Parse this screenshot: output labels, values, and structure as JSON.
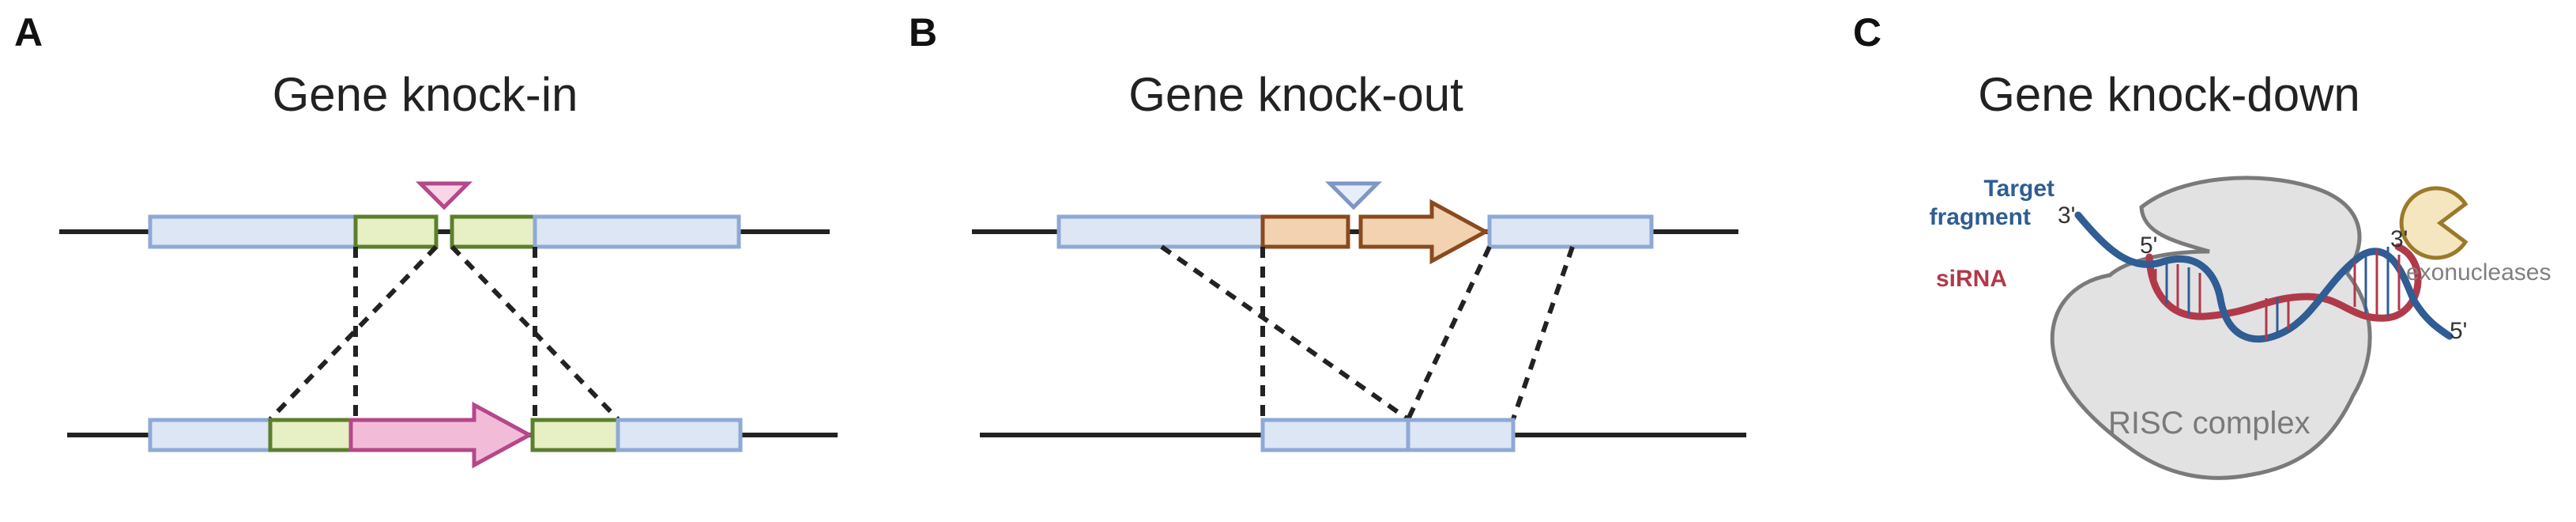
{
  "panels": [
    {
      "letter": "A",
      "title": "Gene knock-in"
    },
    {
      "letter": "B",
      "title": "Gene knock-out"
    },
    {
      "letter": "C",
      "title": "Gene knock-down"
    }
  ],
  "knockdown": {
    "target_fragment_line1": "Target",
    "target_fragment_line2": "fragment",
    "sirna": "siRNA",
    "prime3_target": "3'",
    "prime5_sirna": "5'",
    "prime3_right": "3'",
    "prime5_right": "5'",
    "exonucleases": "exonucleases",
    "risc_complex": "RISC complex"
  },
  "colors": {
    "target_strand": "#2f5d94",
    "sirna_strand": "#b03a4a",
    "exon": "#dce6f5",
    "homology_arm": "#e6f0c4",
    "insert": "#f2bcd8",
    "knockout_region": "#f2d2b0",
    "risc": "#e2e2e2"
  }
}
